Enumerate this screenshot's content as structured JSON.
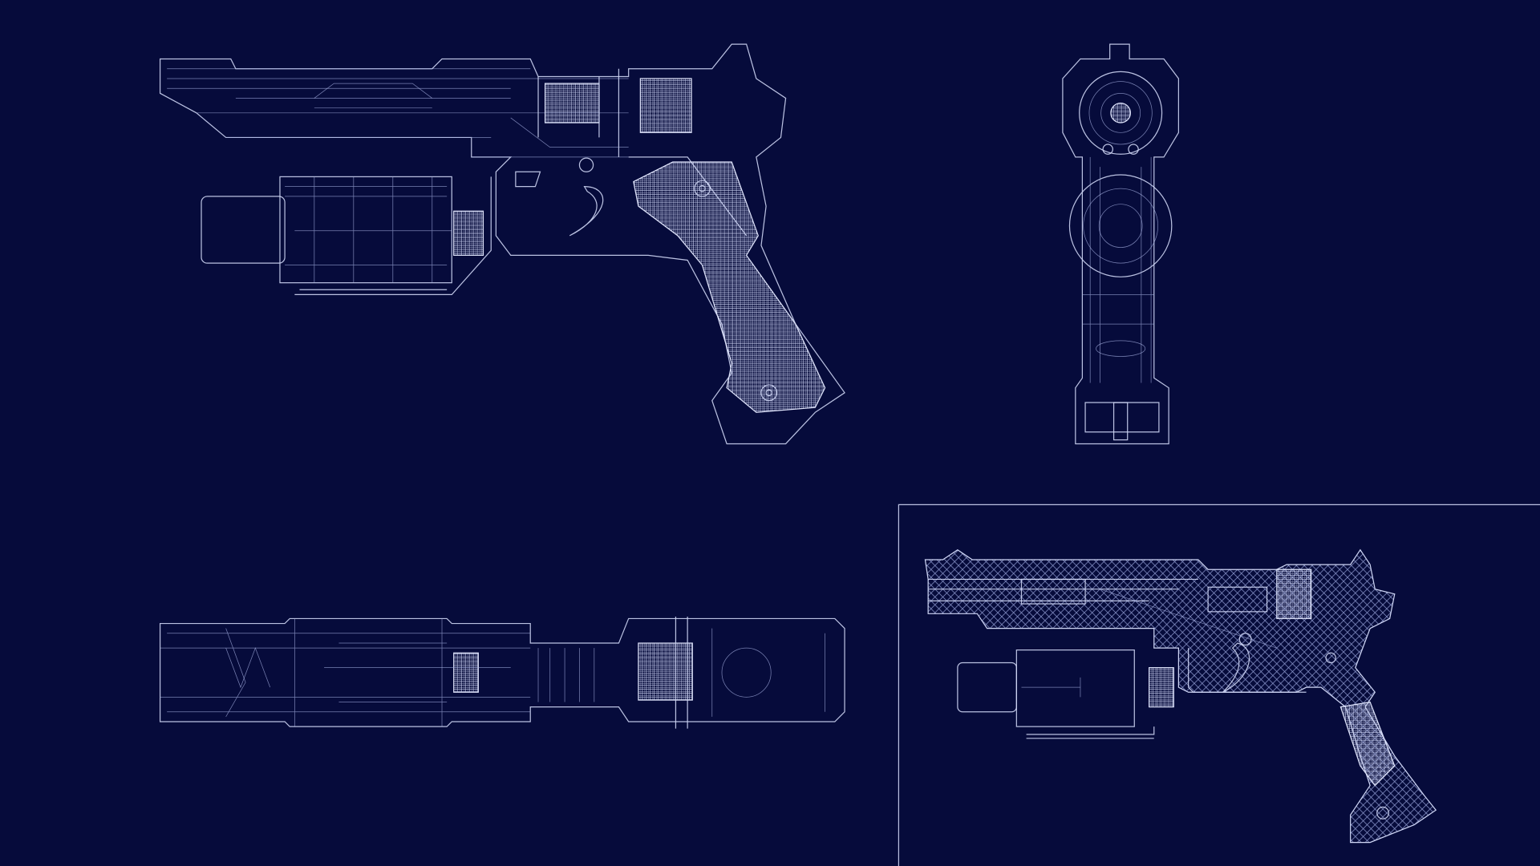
{
  "colors": {
    "background": "#060b3b",
    "line": "#cfd6f5"
  },
  "views": [
    {
      "name": "side-view-wireframe"
    },
    {
      "name": "rear-view-wireframe"
    },
    {
      "name": "top-view-wireframe"
    },
    {
      "name": "side-section-view"
    }
  ]
}
